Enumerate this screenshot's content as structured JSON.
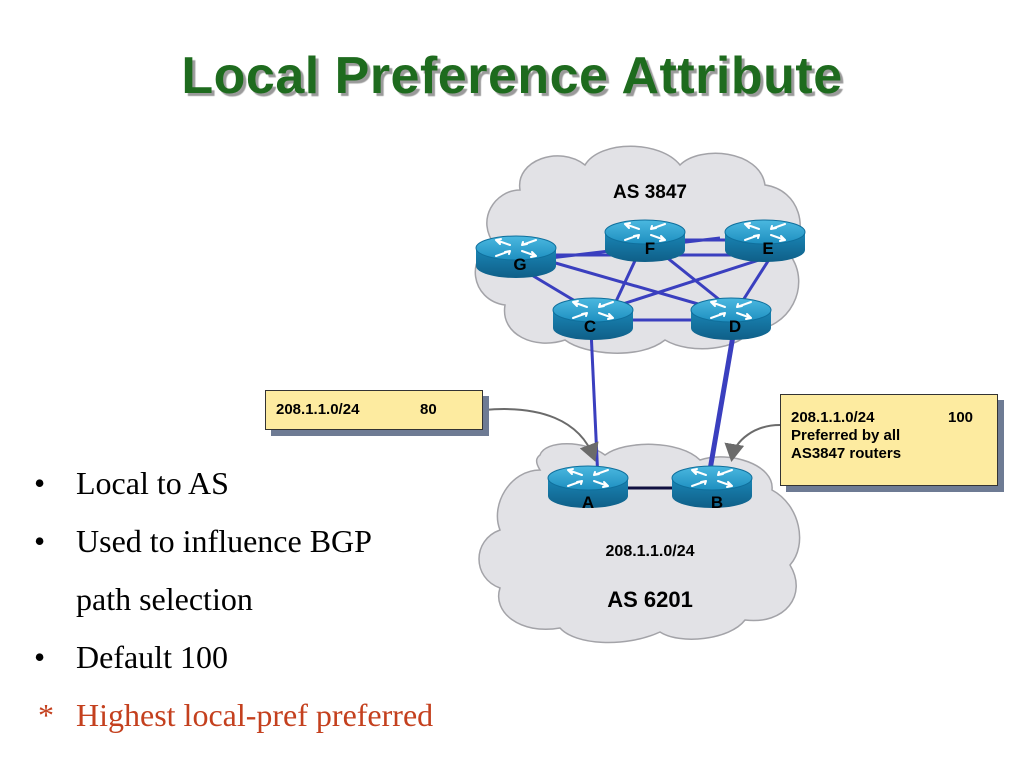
{
  "title": "Local Preference Attribute",
  "as_top": {
    "label": "AS 3847"
  },
  "as_bottom": {
    "prefix": "208.1.1.0/24",
    "label": "AS 6201"
  },
  "routers": {
    "G": "G",
    "F": "F",
    "E": "E",
    "C": "C",
    "D": "D",
    "A": "A",
    "B": "B"
  },
  "callout_left": {
    "prefix": "208.1.1.0/24",
    "value": "80"
  },
  "callout_right": {
    "prefix": "208.1.1.0/24",
    "value": "100",
    "line2": "Preferred by all",
    "line3": "AS3847 routers"
  },
  "bullets": [
    {
      "mark": "•",
      "text": "Local to AS"
    },
    {
      "mark": "•",
      "text": "Used to influence BGP",
      "cont": "path selection"
    },
    {
      "mark": "•",
      "text": "Default 100"
    },
    {
      "mark": "*",
      "text": "Highest local-pref preferred",
      "highlight": true
    }
  ],
  "colors": {
    "title": "#1e6b1e",
    "cloud": "#e2e2e6",
    "router": "#1a8fbf",
    "link": "#3a3fbf",
    "callout": "#fdeba0",
    "highlight": "#c4401e"
  }
}
